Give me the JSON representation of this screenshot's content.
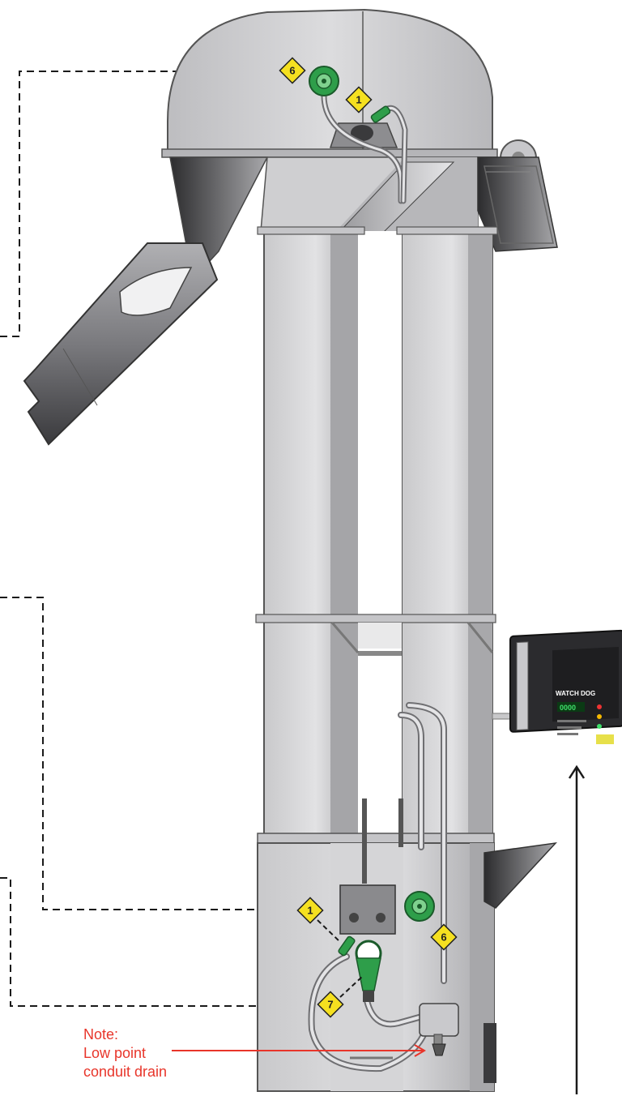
{
  "markers": {
    "head_sensor_1": "1",
    "head_sensor_6": "6",
    "boot_sensor_1": "1",
    "boot_sensor_6": "6",
    "boot_sensor_7": "7"
  },
  "note": {
    "line1": "Note:",
    "line2": "Low point",
    "line3": "conduit drain"
  },
  "control_panel": {
    "brand_text": "WATCH DOG",
    "display_text": "0000"
  },
  "colors": {
    "sensor_green": "#2e9e4a",
    "marker_yellow": "#f5e020",
    "note_red": "#e8352a",
    "steel_light": "#d4d4d6",
    "steel_dark": "#8e8e92"
  }
}
